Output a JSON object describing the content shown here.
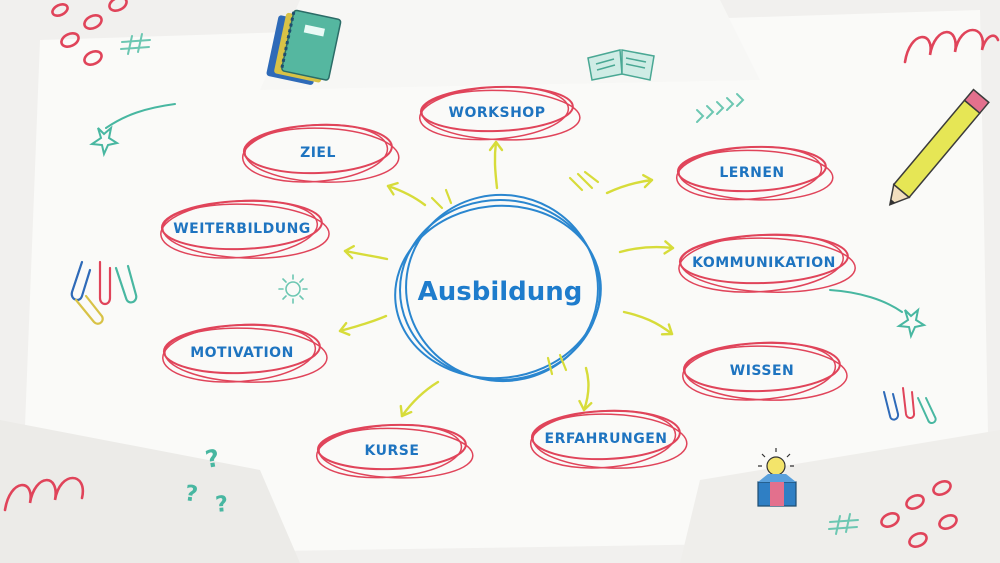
{
  "center": {
    "label": "Ausbildung"
  },
  "nodes": [
    {
      "id": "workshop",
      "label": "WORKSHOP"
    },
    {
      "id": "ziel",
      "label": "ZIEL"
    },
    {
      "id": "lernen",
      "label": "LERNEN"
    },
    {
      "id": "weiterbildung",
      "label": "WEITERBILDUNG"
    },
    {
      "id": "kommunikation",
      "label": "KOMMUNIKATION"
    },
    {
      "id": "motivation",
      "label": "MOTIVATION"
    },
    {
      "id": "wissen",
      "label": "WISSEN"
    },
    {
      "id": "kurse",
      "label": "KURSE"
    },
    {
      "id": "erfahrungen",
      "label": "ERFAHRUNGEN"
    }
  ],
  "decor": {
    "question_marks": [
      "?",
      "?",
      "?"
    ]
  },
  "colors": {
    "background": "#f4f3f1",
    "paper": "#fbfbfa",
    "ellipse": "#e0445a",
    "text": "#1e74c0",
    "arrow": "#d7dc3a",
    "teal": "#48b7a1"
  }
}
